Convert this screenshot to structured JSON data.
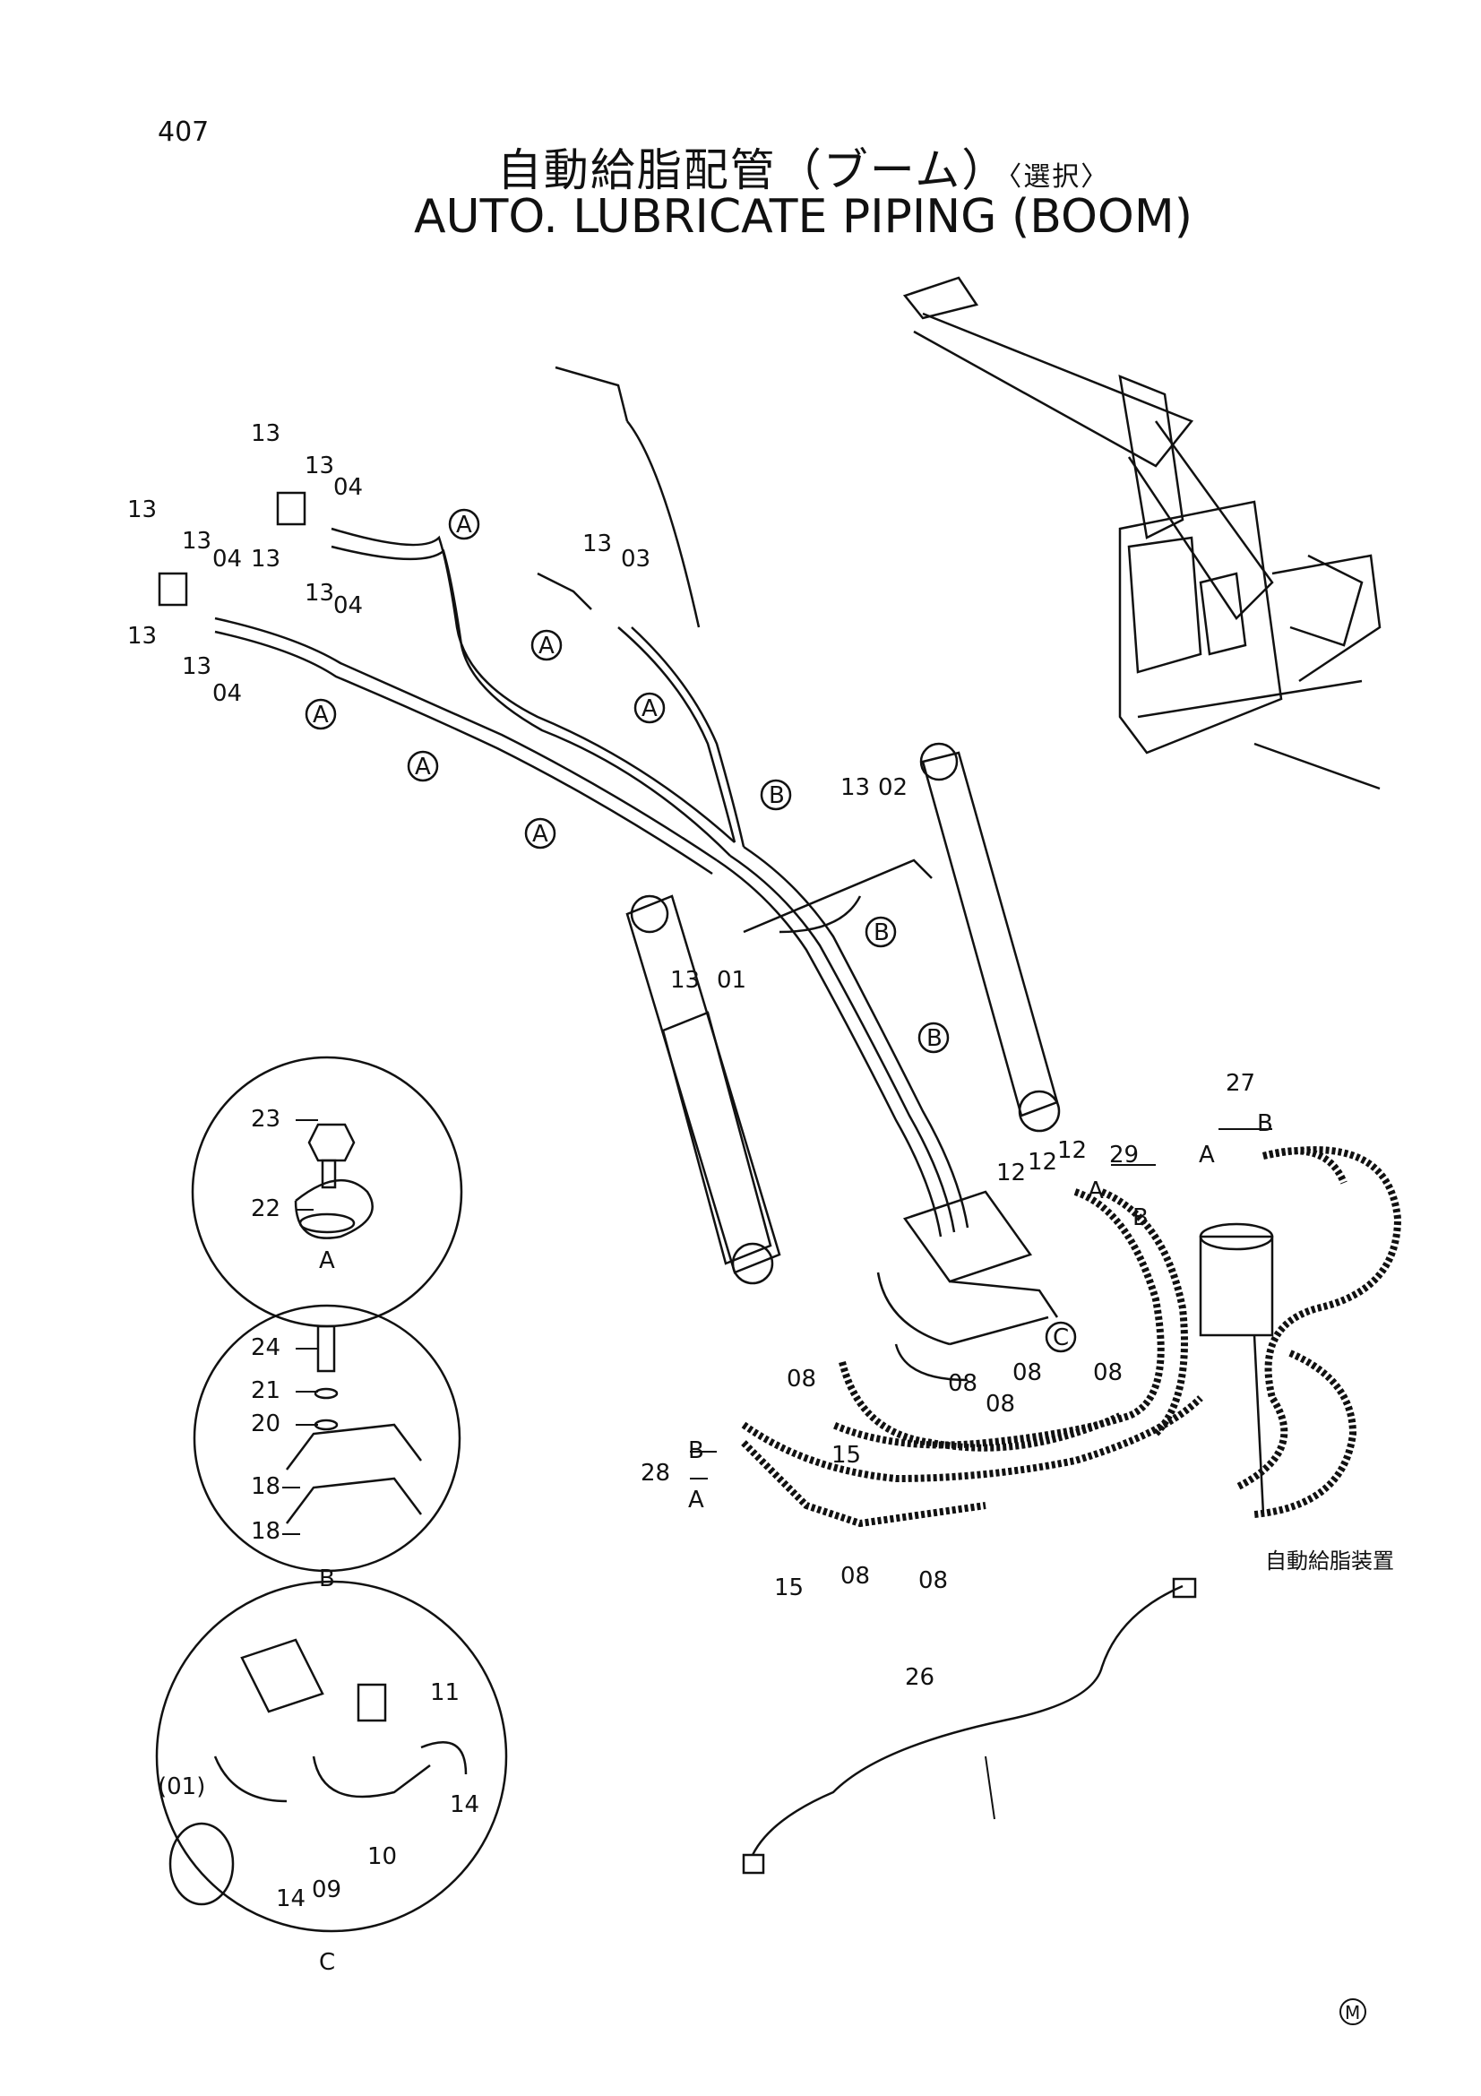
{
  "page_number": "407",
  "title_jp": "自動給脂配管（ブーム）",
  "title_jp_option": "〈選択〉",
  "title_en": "AUTO. LUBRICATE PIPING (BOOM)",
  "footer_mark": "M",
  "device_label_jp": "自動給脂装置",
  "callouts": {
    "c13_a": "13",
    "c13_b": "13",
    "c13_c": "13",
    "c13_d": "13",
    "c13_e": "13",
    "c13_f": "13",
    "c13_g": "13",
    "c13_h": "13",
    "c13_i": "13",
    "c13_j": "13",
    "c04_a": "04",
    "c04_b": "04",
    "c04_c": "04",
    "c04_d": "04",
    "c03": "03",
    "c02": "02",
    "c01": "01",
    "c12_a": "12",
    "c12_b": "12",
    "c12_c": "12",
    "c29": "29",
    "c27": "27",
    "c28": "28",
    "c26": "26",
    "c08_a": "08",
    "c08_b": "08",
    "c08_c": "08",
    "c08_d": "08",
    "c08_e": "08",
    "c08_f": "08",
    "c08_g": "08",
    "c15_a": "15",
    "c15_b": "15",
    "c23": "23",
    "c22": "22",
    "c24": "24",
    "c21": "21",
    "c20": "20",
    "c18_a": "18",
    "c18_b": "18",
    "c11": "11",
    "c14_a": "14",
    "c14_b": "14",
    "c01p": "(01)",
    "c09": "09",
    "c10": "10"
  },
  "letters": {
    "A": "A",
    "B": "B",
    "C": "C"
  }
}
